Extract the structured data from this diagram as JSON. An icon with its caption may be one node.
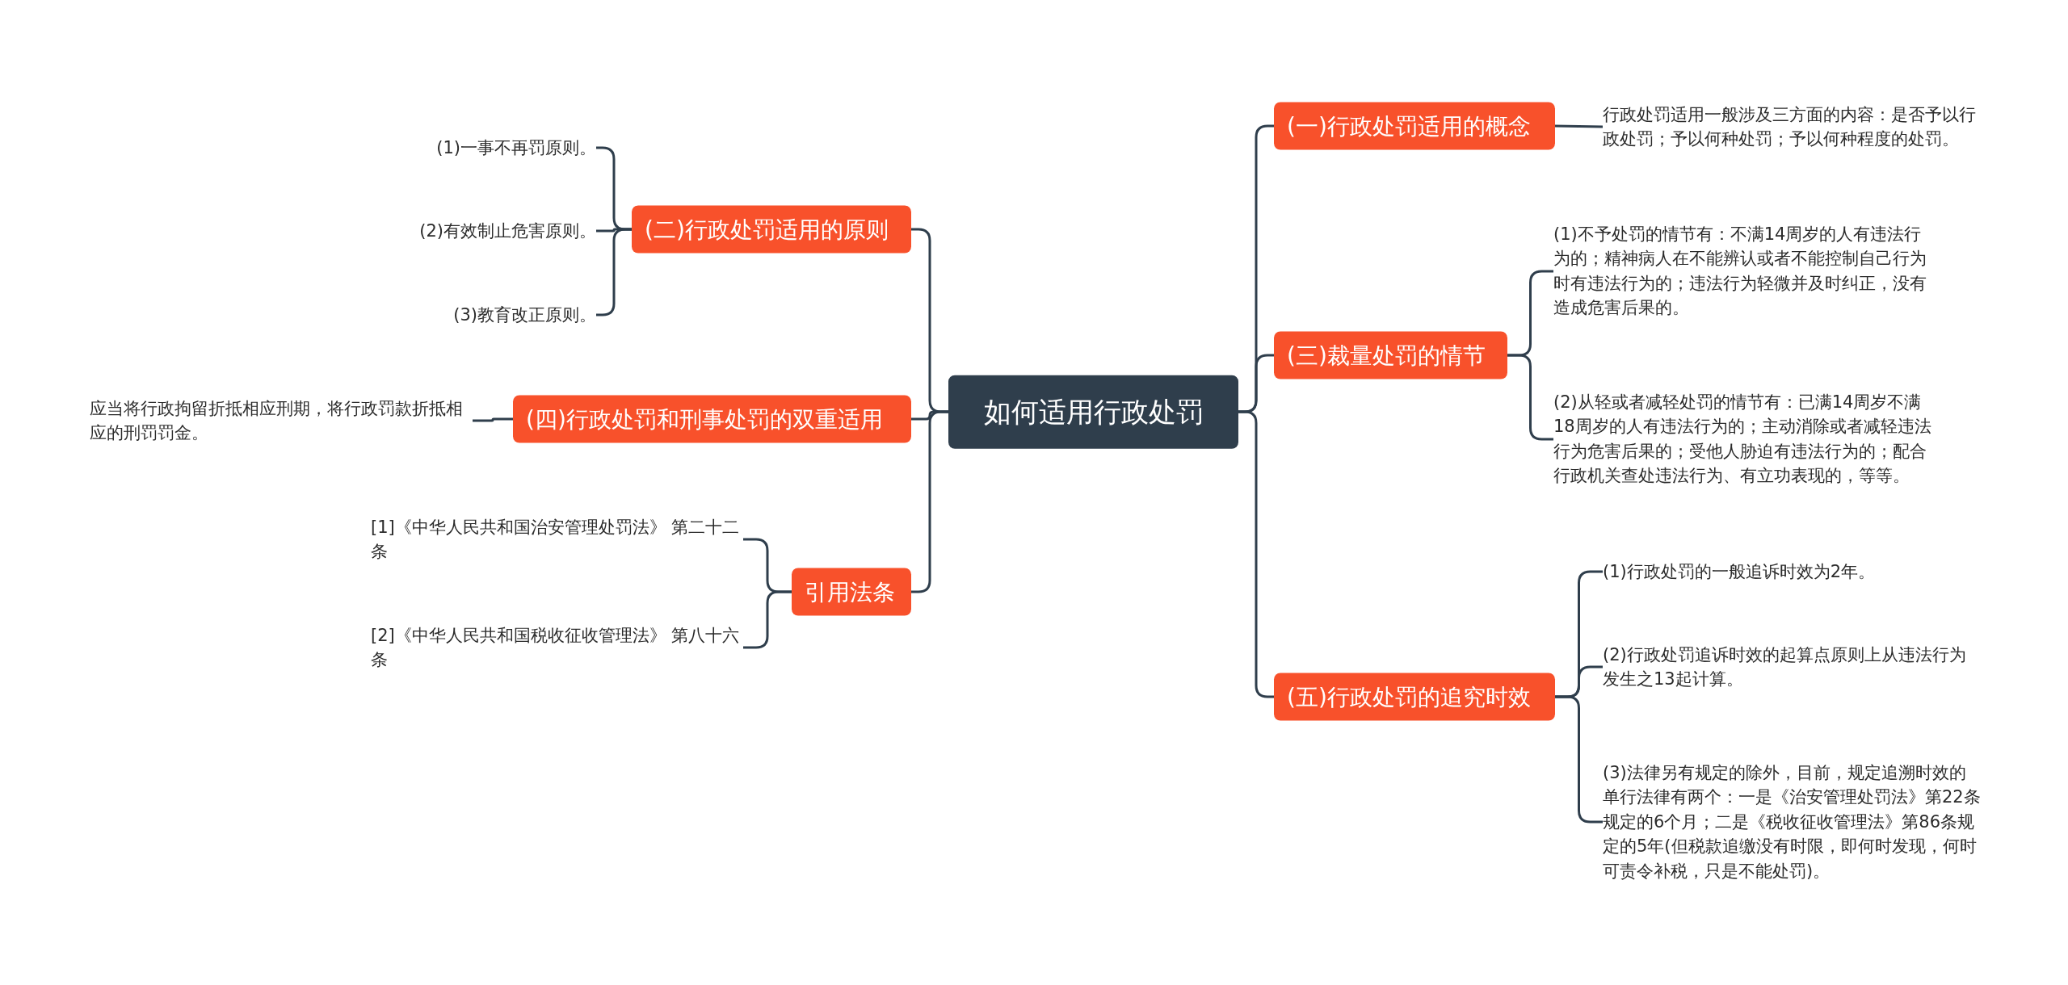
{
  "diagram": {
    "nodes": [
      {
        "text": [
          "如何适用行政处罚"
        ]
      },
      {
        "text": [
          "(二)行政处罚适用的原则"
        ]
      },
      {
        "text": [
          "(1)一事不再罚原则。"
        ]
      },
      {
        "text": [
          "(2)有效制止危害原则。"
        ]
      },
      {
        "text": [
          "(3)教育改正原则。"
        ]
      },
      {
        "text": [
          "(四)行政处罚和刑事处罚的双重适用"
        ]
      },
      {
        "text": [
          "应当将行政拘留折抵相应刑期，将行政罚款折抵相应的刑罚罚金。"
        ]
      },
      {
        "text": [
          "引用法条"
        ]
      },
      {
        "text": [
          "[1]《中华人民共和国治安管理处罚法》 第二十二条"
        ]
      },
      {
        "text": [
          "[2]《中华人民共和国税收征收管理法》 第八十六条"
        ]
      },
      {
        "text": [
          "(一)行政处罚适用的概念"
        ]
      },
      {
        "text": [
          "行政处罚适用一般涉及三方面的内容：是否予以行政处罚；予以何种处罚；予以何种程度的处罚。"
        ]
      },
      {
        "text": [
          "(三)裁量处罚的情节"
        ]
      },
      {
        "text": [
          "(1)不予处罚的情节有：不满14周岁的人有违法行为的；精神病人在不能辨认或者不能控制自己行为时有违法行为的；违法行为轻微并及时纠正，没有造成危害后果的。"
        ]
      },
      {
        "text": [
          "(2)从轻或者减轻处罚的情节有：已满14周岁不满18周岁的人有违法行为的；主动消除或者减轻违法行为危害后果的；受他人胁迫有违法行为的；配合行政机关查处违法行为、有立功表现的，等等。"
        ]
      },
      {
        "text": [
          "(五)行政处罚的追究时效"
        ]
      },
      {
        "text": [
          "(1)行政处罚的一般追诉时效为2年。"
        ]
      },
      {
        "text": [
          "(2)行政处罚追诉时效的起算点原则上从违法行为发生之13起计算。"
        ]
      },
      {
        "text": [
          "(3)法律另有规定的除外，目前，规定追溯时效的单行法律有两个：一是《治安管理处罚法》第22条规定的6个月；二是《税收征收管理法》第86条规定的5年(但税款追缴没有时限，即何时发现，何时可责令补税，只是不能处罚)。"
        ]
      }
    ],
    "edges": [
      {
        "from": 0,
        "to": 1,
        "arrow": "none"
      },
      {
        "from": 1,
        "to": 2,
        "arrow": "none"
      },
      {
        "from": 1,
        "to": 3,
        "arrow": "none"
      },
      {
        "from": 1,
        "to": 4,
        "arrow": "none"
      },
      {
        "from": 0,
        "to": 5,
        "arrow": "none"
      },
      {
        "from": 5,
        "to": 6,
        "arrow": "none"
      },
      {
        "from": 0,
        "to": 7,
        "arrow": "none"
      },
      {
        "from": 7,
        "to": 8,
        "arrow": "none"
      },
      {
        "from": 7,
        "to": 9,
        "arrow": "none"
      },
      {
        "from": 0,
        "to": 10,
        "arrow": "none"
      },
      {
        "from": 10,
        "to": 11,
        "arrow": "none"
      },
      {
        "from": 0,
        "to": 12,
        "arrow": "none"
      },
      {
        "from": 12,
        "to": 13,
        "arrow": "none"
      },
      {
        "from": 12,
        "to": 14,
        "arrow": "none"
      },
      {
        "from": 0,
        "to": 15,
        "arrow": "none"
      },
      {
        "from": 15,
        "to": 16,
        "arrow": "none"
      },
      {
        "from": 15,
        "to": 17,
        "arrow": "none"
      },
      {
        "from": 15,
        "to": 18,
        "arrow": "none"
      }
    ]
  }
}
